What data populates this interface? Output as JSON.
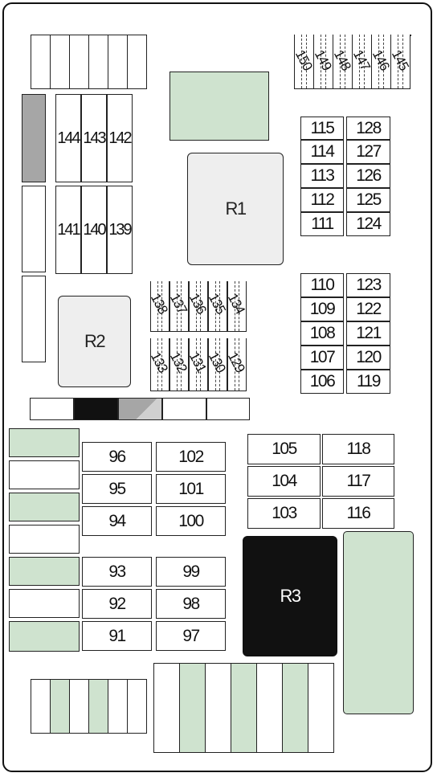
{
  "diagram": {
    "relays": {
      "r1": "R1",
      "r2": "R2",
      "r3": "R3"
    },
    "vertical_fuses": {
      "top_row": [
        "144",
        "143",
        "142"
      ],
      "bottom_row": [
        "141",
        "140",
        "139"
      ]
    },
    "mini_fuses": {
      "top_right": [
        "150",
        "149",
        "148",
        "147",
        "146",
        "145"
      ],
      "middle_upper": [
        "138",
        "137",
        "136",
        "135",
        "134"
      ],
      "middle_lower": [
        "133",
        "132",
        "131",
        "130",
        "129"
      ]
    },
    "right_grid_upper": {
      "left": [
        "115",
        "114",
        "113",
        "112",
        "111"
      ],
      "right": [
        "128",
        "127",
        "126",
        "125",
        "124"
      ]
    },
    "right_grid_lower": {
      "left": [
        "110",
        "109",
        "108",
        "107",
        "106"
      ],
      "right": [
        "123",
        "122",
        "121",
        "120",
        "119"
      ]
    },
    "center_grid_upper": {
      "left": [
        "96",
        "95",
        "94"
      ],
      "right": [
        "102",
        "101",
        "100"
      ]
    },
    "center_grid_lower": {
      "left": [
        "93",
        "92",
        "91"
      ],
      "right": [
        "99",
        "98",
        "97"
      ]
    },
    "right_mid_grid": {
      "left": [
        "105",
        "104",
        "103"
      ],
      "right": [
        "118",
        "117",
        "116"
      ]
    },
    "colors": {
      "green": "#cfe3cf",
      "gray": "#a6a6a6",
      "black": "#111111",
      "relay": "#eeeeee"
    }
  }
}
